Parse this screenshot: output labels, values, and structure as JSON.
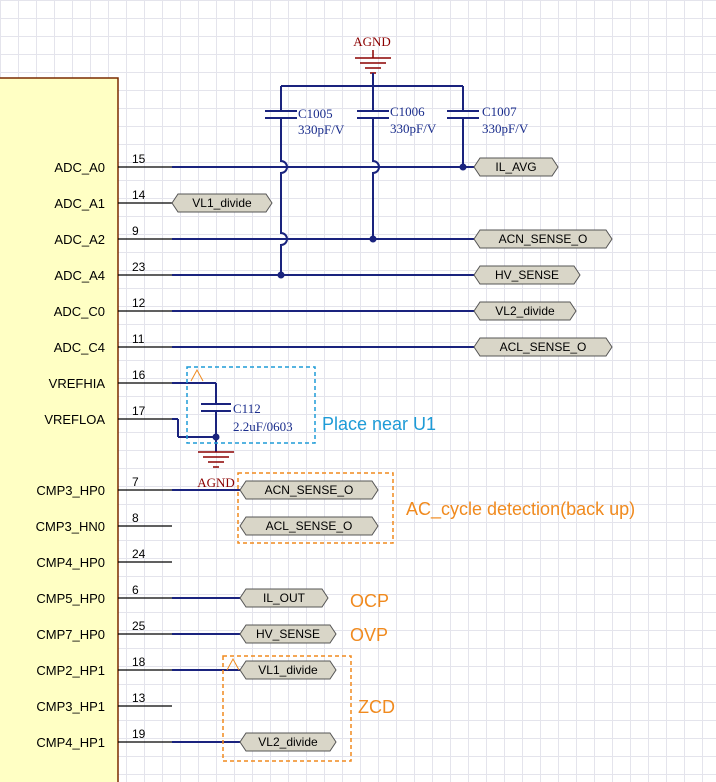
{
  "chip": {
    "pins": [
      {
        "name": "ADC_A0",
        "num": "15"
      },
      {
        "name": "ADC_A1",
        "num": "14"
      },
      {
        "name": "ADC_A2",
        "num": "9"
      },
      {
        "name": "ADC_A4",
        "num": "23"
      },
      {
        "name": "ADC_C0",
        "num": "12"
      },
      {
        "name": "ADC_C4",
        "num": "11"
      },
      {
        "name": "VREFHIA",
        "num": "16"
      },
      {
        "name": "VREFLOA",
        "num": "17"
      },
      {
        "name": "CMP3_HP0",
        "num": "7"
      },
      {
        "name": "CMP3_HN0",
        "num": "8"
      },
      {
        "name": "CMP4_HP0",
        "num": "24"
      },
      {
        "name": "CMP5_HP0",
        "num": "6"
      },
      {
        "name": "CMP7_HP0",
        "num": "25"
      },
      {
        "name": "CMP2_HP1",
        "num": "18"
      },
      {
        "name": "CMP3_HP1",
        "num": "13"
      },
      {
        "name": "CMP4_HP1",
        "num": "19"
      }
    ]
  },
  "ground_top": {
    "label": "AGND"
  },
  "ground_mid": {
    "label": "AGND"
  },
  "capacitors": {
    "c1005": {
      "ref": "C1005",
      "value": "330pF/V"
    },
    "c1006": {
      "ref": "C1006",
      "value": "330pF/V"
    },
    "c1007": {
      "ref": "C1007",
      "value": "330pF/V"
    },
    "c112": {
      "ref": "C112",
      "value": "2.2uF/0603"
    }
  },
  "ports": {
    "il_avg": "IL_AVG",
    "vl1_divide_a": "VL1_divide",
    "acn_sense_a": "ACN_SENSE_O",
    "hv_sense_a": "HV_SENSE",
    "vl2_divide_a": "VL2_divide",
    "acl_sense_a": "ACL_SENSE_O",
    "acn_sense_b": "ACN_SENSE_O",
    "acl_sense_b": "ACL_SENSE_O",
    "il_out": "IL_OUT",
    "hv_sense_b": "HV_SENSE",
    "vl1_divide_b": "VL1_divide",
    "vl2_divide_b": "VL2_divide"
  },
  "annotations": {
    "place_near": "Place near U1",
    "ac_cycle": "AC_cycle detection(back up)",
    "ocp": "OCP",
    "ovp": "OVP",
    "zcd": "ZCD"
  },
  "colors": {
    "wire": "#1a237e",
    "chip_fill": "#ffffc4",
    "port_fill": "#d9d6c8",
    "ground": "#8b0000",
    "note_blue": "#1e9bd7",
    "note_orange": "#f08a1e"
  }
}
